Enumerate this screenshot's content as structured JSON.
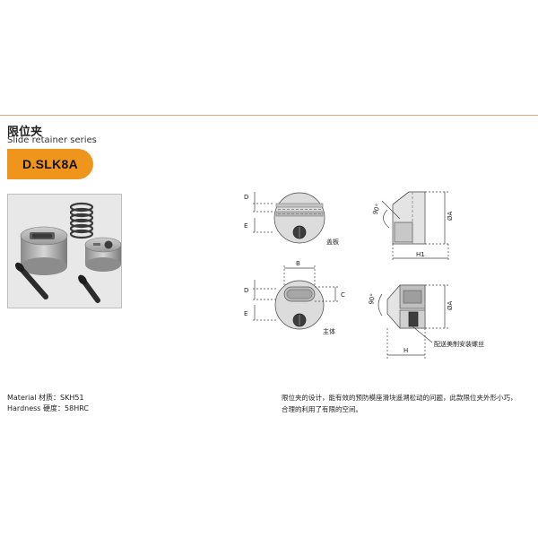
{
  "header": {
    "title_cn": "限位夹",
    "title_en": "Slide retainer series",
    "code": "D.SLK8A"
  },
  "drawing": {
    "top_view": {
      "dim_d": "D",
      "dim_e": "E",
      "caption": "盖板"
    },
    "bottom_view": {
      "dim_b": "B",
      "dim_c": "C",
      "dim_d": "D",
      "dim_e": "E",
      "caption": "主体"
    },
    "side_top": {
      "angle": "90°",
      "dim_a": "ØA",
      "dim_h1": "H1"
    },
    "side_bottom": {
      "angle": "90°",
      "dim_a": "ØA",
      "dim_h": "H",
      "note": "配送美制安装螺丝"
    }
  },
  "specs": {
    "material": "Material 材质：SKH51",
    "hardness": "Hardness 硬度：58HRC"
  },
  "description": {
    "line1": "限位夹的设计，能有效的预防模座滑块遥溯松动的问题，此款限位夹外形小巧，",
    "line2": "合理的利用了有限的空间。"
  },
  "colors": {
    "accent": "#f0951c",
    "rule": "#e0a878"
  }
}
